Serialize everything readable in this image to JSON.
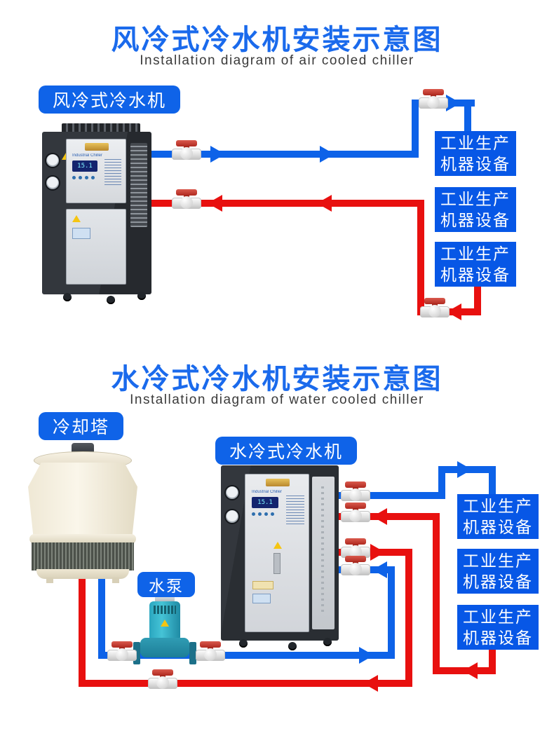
{
  "colors": {
    "title_blue": "#1a6aec",
    "subtitle_gray": "#3a3a3a",
    "label_bg_blue": "#0f63e8",
    "equipment_box_blue": "#0757e6",
    "pipe_blue": "#0d62e8",
    "pipe_red": "#e8100f",
    "valve_handle_red": "#b02a20",
    "valve_body_white": "#f4f4f4"
  },
  "diagram_air_cooled": {
    "title": "风冷式冷水机安装示意图",
    "subtitle": "Installation diagram of air cooled chiller",
    "chiller_label": "风冷式冷水机",
    "chiller_screen_brand": "Industrial Chiller",
    "chiller_screen_value": "15.1",
    "equipment_boxes": [
      {
        "line1": "工业生产",
        "line2": "机器设备"
      },
      {
        "line1": "工业生产",
        "line2": "机器设备"
      },
      {
        "line1": "工业生产",
        "line2": "机器设备"
      }
    ]
  },
  "diagram_water_cooled": {
    "title": "水冷式冷水机安装示意图",
    "subtitle": "Installation diagram of water cooled chiller",
    "tower_label": "冷却塔",
    "chiller_label": "水冷式冷水机",
    "pump_label": "水泵",
    "chiller_screen_brand": "Industrial Chiller",
    "chiller_screen_value": "15.1",
    "equipment_boxes": [
      {
        "line1": "工业生产",
        "line2": "机器设备"
      },
      {
        "line1": "工业生产",
        "line2": "机器设备"
      },
      {
        "line1": "工业生产",
        "line2": "机器设备"
      }
    ]
  }
}
